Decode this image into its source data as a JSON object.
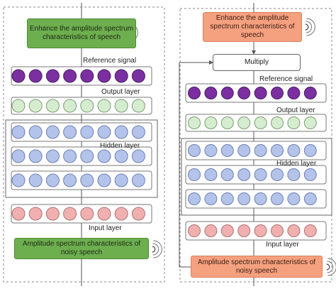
{
  "left_panel": {
    "output_box": "Enhance the amplitude spectrum characteristics of speech",
    "reference_signal": "Reference signal",
    "output_layer": "Output layer",
    "hidden_layer": "Hidden layer",
    "input_layer": "Input layer",
    "input_box": "Amplitude spectrum characteristics of noisy speech"
  },
  "right_panel": {
    "output_box": "Enhance the amplitude spectrum characteristics of speech",
    "multiply": "Multiply",
    "reference_signal": "Reference signal",
    "output_layer": "Output layer",
    "hidden_layer": "Hidden layer",
    "input_layer": "Input layer",
    "input_box": "Amplitude spectrum characteristics of noisy speech"
  },
  "colors": {
    "reference_node": "#7b2fa0",
    "output_node": "#d6ecd0",
    "hidden_node": "#b3c3ea",
    "input_node": "#f0b0b0",
    "left_box": "#6dae4f",
    "right_box": "#f5a07f"
  },
  "icons": [
    "sound-wave-icon"
  ]
}
